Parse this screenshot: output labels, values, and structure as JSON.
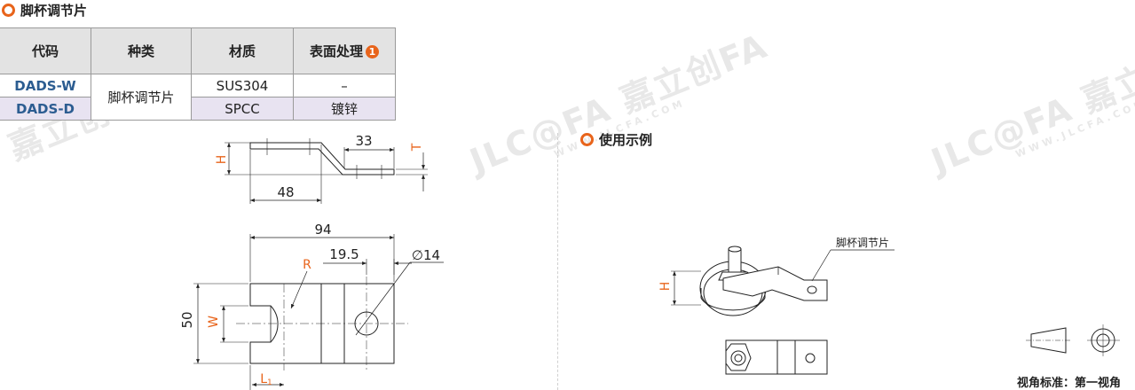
{
  "title": "脚杯调节片",
  "table": {
    "headers": [
      "代码",
      "种类",
      "材质",
      "表面处理"
    ],
    "note_badge": "1",
    "rows": [
      {
        "code": "DADS-W",
        "material": "SUS304",
        "surface": "–"
      },
      {
        "code": "DADS-D",
        "material": "SPCC",
        "surface": "镀锌"
      }
    ],
    "kind": "脚杯调节片"
  },
  "watermark": {
    "brand": "JLC@FA",
    "cn": "嘉立创FA",
    "url": "WWW.JLCFA.COM"
  },
  "side_view": {
    "dim_top": "33",
    "dim_bottom": "48",
    "label_h": "H",
    "label_t": "T"
  },
  "plan_view": {
    "dim_width": "94",
    "dim_offset": "19.5",
    "dim_hole": "∅14",
    "label_r": "R",
    "dim_height": "50",
    "label_w": "W",
    "label_l": "L",
    "label_l_sub": "1"
  },
  "usage": {
    "title": "使用示例",
    "callout": "脚杯调节片",
    "label_h": "H"
  },
  "projection": {
    "label": "视角标准：第一视角"
  },
  "colors": {
    "accent": "#e8641b",
    "code_blue": "#2c5d91",
    "header_gray": "#e3e3e3",
    "row_lavender": "#e8e3f1"
  }
}
